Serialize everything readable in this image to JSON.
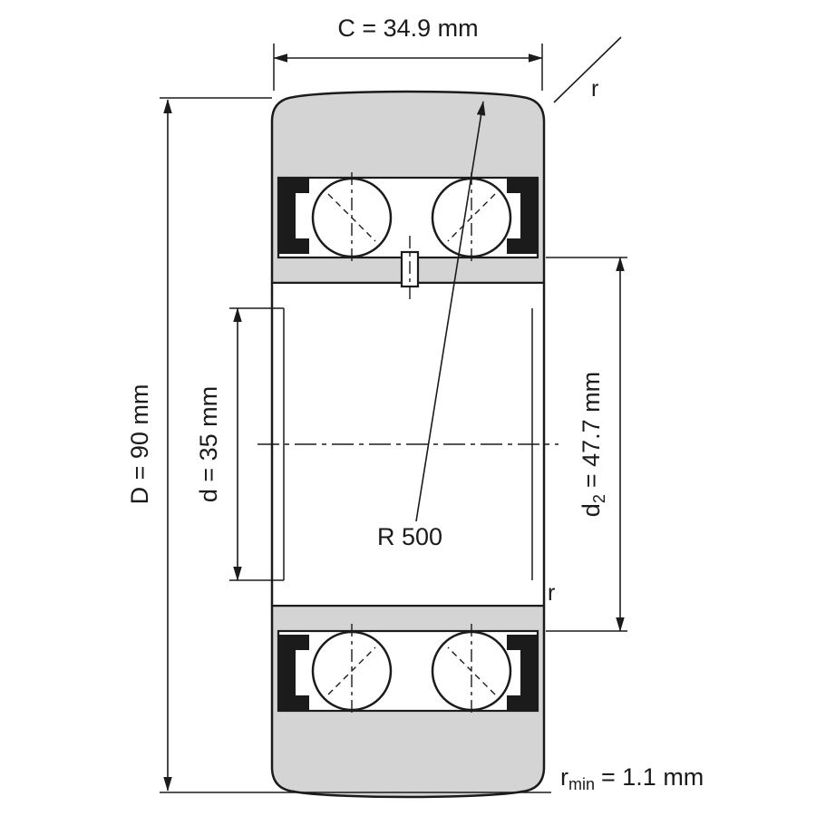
{
  "diagram": {
    "type": "technical-drawing",
    "subject": "double-row track roller bearing cross-section with dimensions",
    "dimensions": {
      "width_C": "C = 34.9 mm",
      "outer_diameter_D": "D = 90 mm",
      "bore_d": "d = 35 mm",
      "d2_base": "d",
      "d2_sub": "2",
      "d2_value": "= 47.7 mm",
      "crown_radius": "R 500",
      "corner_radius_top": "r",
      "corner_radius_inner": "r",
      "rmin_base": "r",
      "rmin_sub": "min",
      "rmin_value": "= 1.1 mm"
    },
    "colors": {
      "ring_fill": "#d4d4d4",
      "line": "#1b1b1b",
      "background": "#ffffff"
    }
  }
}
